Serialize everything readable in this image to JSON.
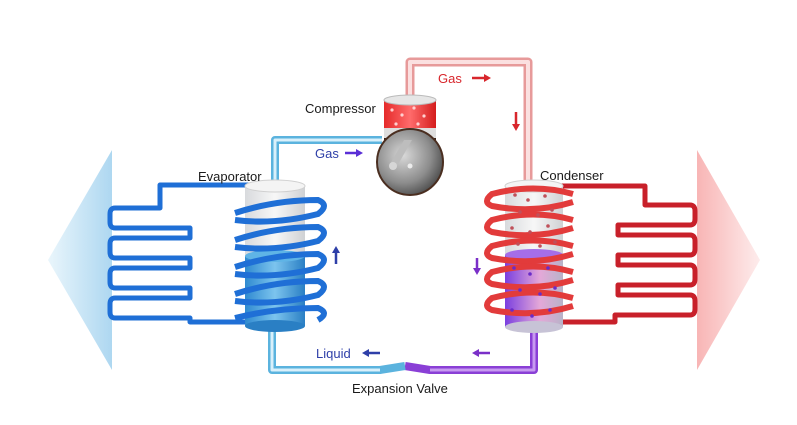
{
  "diagram": {
    "title": "Heat Pump Refrigeration Cycle",
    "components": {
      "compressor": "Compressor",
      "evaporator": "Evaporator",
      "condenser": "Condenser",
      "expansion_valve": "Expansion Valve"
    },
    "flow_labels": {
      "gas_top": "Gas",
      "gas_left": "Gas",
      "liquid": "Liquid"
    },
    "colors": {
      "cold": "#1f6fd6",
      "cold_light": "#bfe2f5",
      "hot": "#d8262c",
      "hot_light": "#f7c9c9",
      "mixed": "#8a3fd6",
      "arrow_blue": "#2e3fa8",
      "arrow_red": "#d8262c"
    },
    "icons": [
      "heat-out-arrow-left-icon",
      "heat-out-arrow-right-icon",
      "flow-arrow-icon"
    ]
  }
}
